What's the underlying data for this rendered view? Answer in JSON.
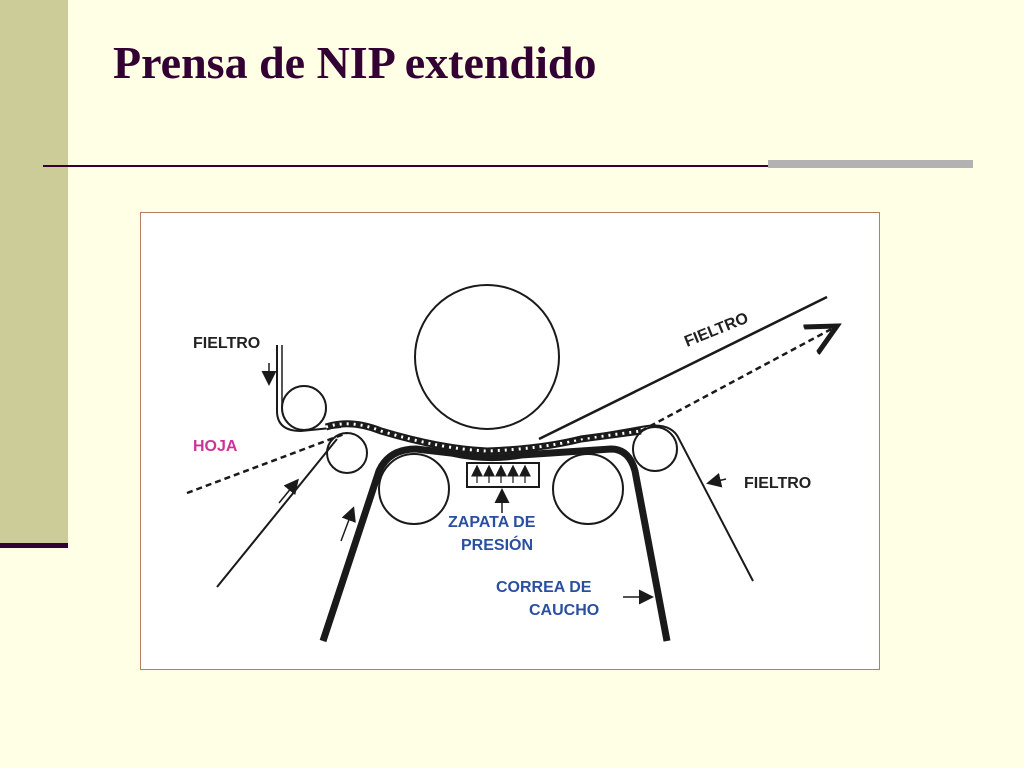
{
  "slide": {
    "title": "Prensa de NIP extendido"
  },
  "diagram": {
    "labels": {
      "fieltro_left": "FIELTRO",
      "hoja": "HOJA",
      "fieltro_top_right": "FIELTRO",
      "fieltro_right": "FIELTRO",
      "zapata_line1": "ZAPATA DE",
      "zapata_line2": "PRESIÓN",
      "correa_line1": "CORREA DE",
      "correa_line2": "CAUCHO"
    },
    "colors": {
      "hoja_label": "#CC3399",
      "blue_labels": "#2B4FA0",
      "black_labels": "#222222",
      "lines": "#1A1A1A"
    }
  }
}
